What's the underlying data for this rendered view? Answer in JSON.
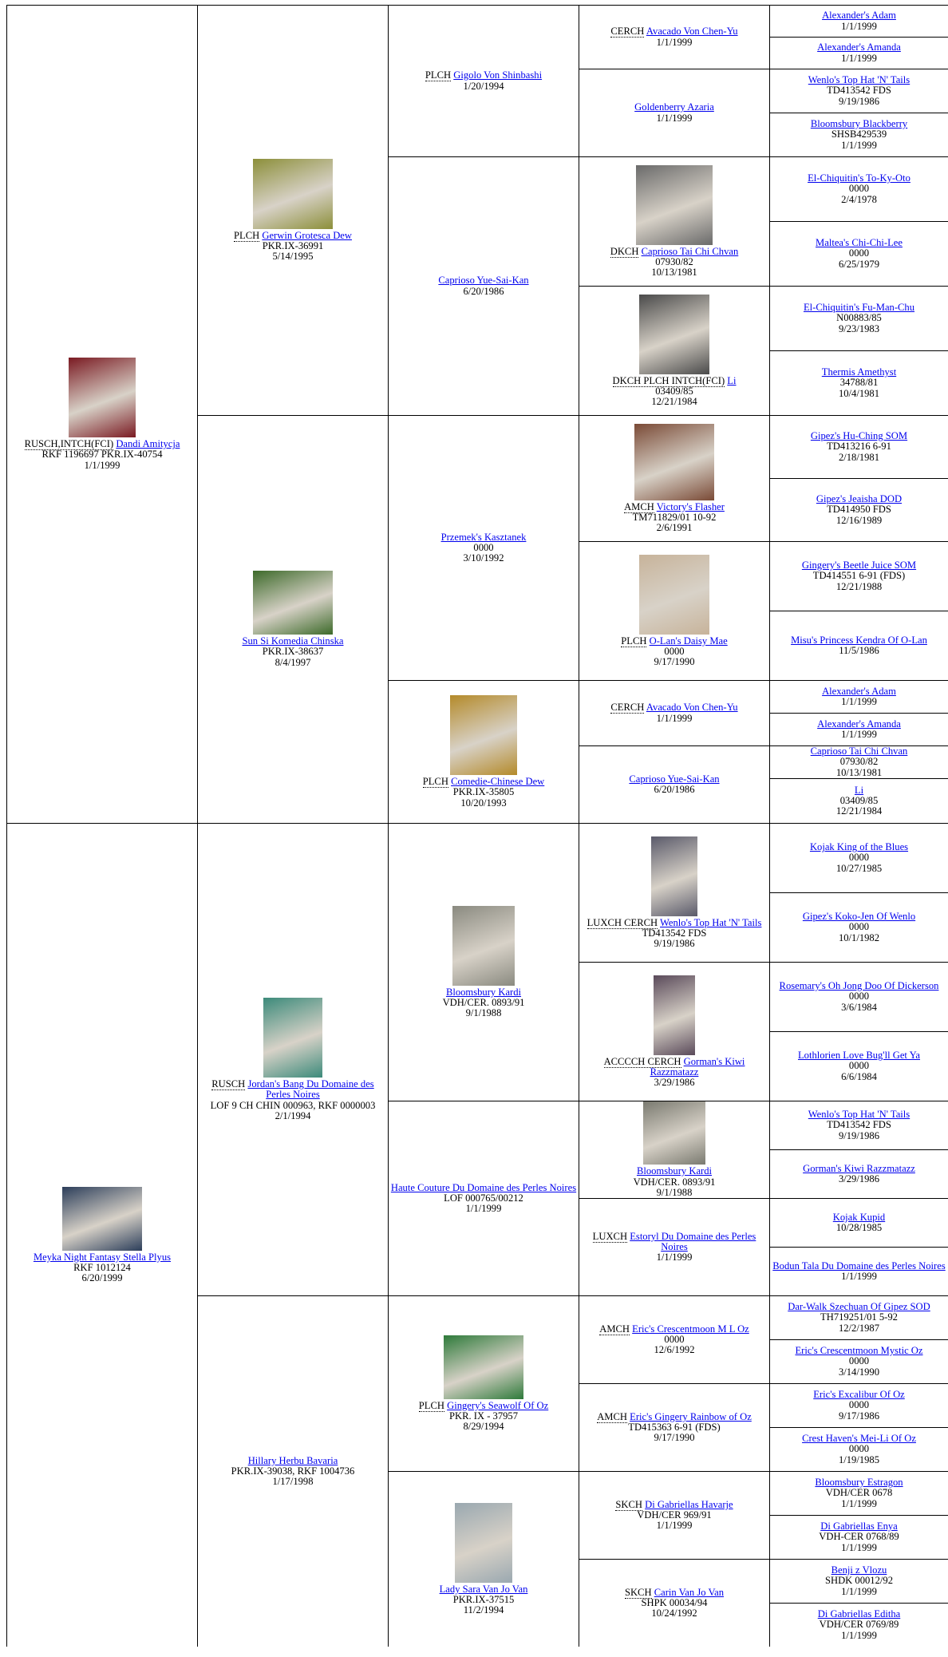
{
  "pedigree": {
    "dam": {
      "photo": "",
      "name": "Meyka Night Fantasy Stella Plyus",
      "reg": "RKF 1012124",
      "dob": "6/20/1999"
    },
    "dam_dam": {
      "photo": "",
      "name": "Hillary Herbu Bavaria",
      "reg": "PKR.IX-39038, RKF 1004736",
      "dob": "1/17/1998"
    },
    "dam_dam_dam": {
      "photo": "",
      "name": "Lady Sara Van Jo Van",
      "reg": "PKR.IX-37515",
      "dob": "11/2/1994"
    },
    "dam_dam_dam_dam": {
      "photo": "",
      "title": "SKCH",
      "name": "Carin Van Jo Van",
      "reg": "SHPK 00034/94",
      "dob": "10/24/1992"
    },
    "dam_dam_dam_dam_dam": {
      "photo": "",
      "name": "Di Gabriellas Editha",
      "reg": "VDH/CER 0769/89",
      "dob": "1/1/1999"
    },
    "dam_dam_dam_dam_sire": {
      "photo": "",
      "name": "Benji z Vlozu",
      "reg": "SHDK 00012/92",
      "dob": "1/1/1999"
    },
    "dam_dam_dam_sire": {
      "photo": "",
      "title": "SKCH",
      "name": "Di Gabriellas Havarje",
      "reg": "VDH/CER 969/91",
      "dob": "1/1/1999"
    },
    "dam_dam_dam_sire_dam": {
      "photo": "",
      "name": "Di Gabriellas Enya",
      "reg": "VDH-CER 0768/89",
      "dob": "1/1/1999"
    },
    "dam_dam_dam_sire_sire": {
      "photo": "",
      "name": "Bloomsbury Estragon",
      "reg": "VDH/CER 0678",
      "dob": "1/1/1999"
    },
    "dam_dam_sire": {
      "photo": "",
      "title": "PLCH",
      "name": "Gingery's Seawolf Of Oz",
      "reg": "PKR. IX - 37957",
      "dob": "8/29/1994"
    },
    "dam_dam_sire_dam": {
      "photo": "",
      "title": "AMCH",
      "name": "Eric's Gingery Rainbow of Oz",
      "reg": "TD415363 6-91 (FDS)",
      "dob": "9/17/1990"
    },
    "dam_dam_sire_dam_dam": {
      "photo": "",
      "name": "Crest Haven's Mei-Li Of Oz",
      "reg": "0000",
      "dob": "1/19/1985"
    },
    "dam_dam_sire_dam_sire": {
      "photo": "",
      "name": "Eric's Excalibur Of Oz",
      "reg": "0000",
      "dob": "9/17/1986"
    },
    "dam_dam_sire_sire": {
      "photo": "",
      "title": "AMCH",
      "name": "Eric's Crescentmoon M L Oz",
      "reg": "0000",
      "dob": "12/6/1992"
    },
    "dam_dam_sire_sire_dam": {
      "photo": "",
      "name": "Eric's Crescentmoon Mystic Oz",
      "reg": "0000",
      "dob": "3/14/1990"
    },
    "dam_dam_sire_sire_sire": {
      "photo": "",
      "name": "Dar-Walk Szechuan Of Gipez SOD",
      "reg": "TH719251/01 5-92",
      "dob": "12/2/1987"
    },
    "dam_sire": {
      "photo": "",
      "title": "RUSCH",
      "name": "Jordan's Bang Du Domaine des Perles Noires",
      "reg": "LOF 9 CH CHIN 000963, RKF 0000003",
      "dob": "2/1/1994"
    },
    "dam_sire_dam": {
      "photo": "",
      "name": "Haute Couture Du Domaine des Perles Noires",
      "reg": "LOF 000765/00212",
      "dob": "1/1/1999"
    },
    "dam_sire_dam_dam": {
      "photo": "",
      "title": "LUXCH",
      "name": "Estoryl Du Domaine des Perles Noires",
      "reg": "",
      "dob": "1/1/1999"
    },
    "dam_sire_dam_dam_dam": {
      "photo": "",
      "name": "Bodun Tala Du Domaine des Perles Noires",
      "reg": "",
      "dob": "1/1/1999"
    },
    "dam_sire_dam_dam_sire": {
      "photo": "",
      "name": "Kojak Kupid",
      "reg": "",
      "dob": "10/28/1985"
    },
    "dam_sire_dam_sire": {
      "photo": "",
      "name": "Bloomsbury Kardi",
      "reg": "VDH/CER. 0893/91",
      "dob": "9/1/1988"
    },
    "dam_sire_dam_sire_dam": {
      "photo": "",
      "name": "Gorman's Kiwi Razzmatazz",
      "reg": "",
      "dob": "3/29/1986"
    },
    "dam_sire_dam_sire_sire": {
      "photo": "",
      "name": "Wenlo's Top Hat 'N' Tails",
      "reg": "TD413542 FDS",
      "dob": "9/19/1986"
    },
    "dam_sire_sire": {
      "photo": "",
      "name": "Bloomsbury Kardi",
      "reg": "VDH/CER. 0893/91",
      "dob": "9/1/1988"
    },
    "dam_sire_sire_dam": {
      "photo": "",
      "title": "ACCCCH CERCH",
      "name": "Gorman's Kiwi Razzmatazz",
      "reg": "",
      "dob": "3/29/1986"
    },
    "dam_sire_sire_dam_dam": {
      "photo": "",
      "name": "Lothlorien Love Bug'll Get Ya",
      "reg": "0000",
      "dob": "6/6/1984"
    },
    "dam_sire_sire_dam_sire": {
      "photo": "",
      "name": "Rosemary's Oh Jong Doo Of Dickerson",
      "reg": "0000",
      "dob": "3/6/1984"
    },
    "dam_sire_sire_sire": {
      "photo": "",
      "title": "LUXCH CERCH",
      "name": "Wenlo's Top Hat 'N' Tails",
      "reg": "TD413542 FDS",
      "dob": "9/19/1986"
    },
    "dam_sire_sire_sire_dam": {
      "photo": "",
      "name": "Gipez's Koko-Jen Of Wenlo",
      "reg": "0000",
      "dob": "10/1/1982"
    },
    "dam_sire_sire_sire_sire": {
      "photo": "",
      "name": "Kojak King of the Blues",
      "reg": "0000",
      "dob": "10/27/1985"
    },
    "sire": {
      "photo": "",
      "title": "RUSCH,INTCH(FCI)",
      "name": "Dandi Amitycja",
      "reg": "RKF 1196697 PKR.IX-40754",
      "dob": "1/1/1999"
    },
    "sire_dam": {
      "photo": "",
      "name": "Sun Si Komedia Chinska",
      "reg": "PKR.IX-38637",
      "dob": "8/4/1997"
    },
    "sire_dam_dam": {
      "photo": "",
      "title": "PLCH",
      "name": "Comedie-Chinese Dew",
      "reg": "PKR.IX-35805",
      "dob": "10/20/1993"
    },
    "sire_dam_dam_dam": {
      "photo": "",
      "name": "Caprioso Yue-Sai-Kan",
      "reg": "",
      "dob": "6/20/1986"
    },
    "sire_dam_dam_dam_dam": {
      "photo": "",
      "name": "Li",
      "reg": "03409/85",
      "dob": "12/21/1984"
    },
    "sire_dam_dam_dam_sire": {
      "photo": "",
      "name": "Caprioso Tai Chi Chvan",
      "reg": "07930/82",
      "dob": "10/13/1981"
    },
    "sire_dam_dam_sire": {
      "photo": "",
      "title": "CERCH",
      "name": "Avacado Von Chen-Yu",
      "reg": "",
      "dob": "1/1/1999"
    },
    "sire_dam_dam_sire_dam": {
      "photo": "",
      "name": "Alexander's Amanda",
      "reg": "",
      "dob": "1/1/1999"
    },
    "sire_dam_dam_sire_sire": {
      "photo": "",
      "name": "Alexander's Adam",
      "reg": "",
      "dob": "1/1/1999"
    },
    "sire_dam_sire": {
      "photo": "",
      "name": "Przemek's Kasztanek",
      "reg": "0000",
      "dob": "3/10/1992"
    },
    "sire_dam_sire_dam": {
      "photo": "",
      "title": "PLCH",
      "name": "O-Lan's Daisy Mae",
      "reg": "0000",
      "dob": "9/17/1990"
    },
    "sire_dam_sire_dam_dam": {
      "photo": "",
      "name": "Misu's Princess Kendra Of O-Lan",
      "reg": "",
      "dob": "11/5/1986"
    },
    "sire_dam_sire_dam_sire": {
      "photo": "",
      "name": "Gingery's Beetle Juice SOM",
      "reg": "TD414551 6-91 (FDS)",
      "dob": "12/21/1988"
    },
    "sire_dam_sire_sire": {
      "photo": "",
      "title": "AMCH",
      "name": "Victory's Flasher",
      "reg": "TM711829/01 10-92",
      "dob": "2/6/1991"
    },
    "sire_dam_sire_sire_dam": {
      "photo": "",
      "name": "Gipez's Jeaisha DOD",
      "reg": "TD414950 FDS",
      "dob": "12/16/1989"
    },
    "sire_dam_sire_sire_sire": {
      "photo": "",
      "name": "Gipez's Hu-Ching SOM",
      "reg": "TD413216 6-91",
      "dob": "2/18/1981"
    },
    "sire_sire": {
      "photo": "",
      "title": "PLCH",
      "name": "Gerwin Grotesca Dew",
      "reg": "PKR.IX-36991",
      "dob": "5/14/1995"
    },
    "sire_sire_dam": {
      "photo": "",
      "name": "Caprioso Yue-Sai-Kan",
      "reg": "",
      "dob": "6/20/1986"
    },
    "sire_sire_dam_dam": {
      "photo": "",
      "title": "DKCH PLCH INTCH(FCI)",
      "name": "Li",
      "reg": "03409/85",
      "dob": "12/21/1984"
    },
    "sire_sire_dam_dam_dam": {
      "photo": "",
      "name": "Thermis Amethyst",
      "reg": "34788/81",
      "dob": "10/4/1981"
    },
    "sire_sire_dam_dam_sire": {
      "photo": "",
      "name": "El-Chiquitin's Fu-Man-Chu",
      "reg": "N00883/85",
      "dob": "9/23/1983"
    },
    "sire_sire_dam_sire": {
      "photo": "",
      "title": "DKCH",
      "name": "Caprioso Tai Chi Chvan",
      "reg": "07930/82",
      "dob": "10/13/1981"
    },
    "sire_sire_dam_sire_dam": {
      "photo": "",
      "name": "Maltea's Chi-Chi-Lee",
      "reg": "0000",
      "dob": "6/25/1979"
    },
    "sire_sire_dam_sire_sire": {
      "photo": "",
      "name": "El-Chiquitin's To-Ky-Oto",
      "reg": "0000",
      "dob": "2/4/1978"
    },
    "sire_sire_sire": {
      "photo": "",
      "title": "PLCH",
      "name": "Gigolo Von Shinbashi",
      "reg": "",
      "dob": "1/20/1994"
    },
    "sire_sire_sire_dam": {
      "photo": "",
      "name": "Goldenberry Azaria",
      "reg": "",
      "dob": "1/1/1999"
    },
    "sire_sire_sire_dam_dam": {
      "photo": "",
      "name": "Bloomsbury Blackberry",
      "reg": "SHSB429539",
      "dob": "1/1/1999"
    },
    "sire_sire_sire_dam_sire": {
      "photo": "",
      "name": "Wenlo's Top Hat 'N' Tails",
      "reg": "TD413542 FDS",
      "dob": "9/19/1986"
    },
    "sire_sire_sire_sire": {
      "photo": "",
      "title": "CERCH",
      "name": "Avacado Von Chen-Yu",
      "reg": "",
      "dob": "1/1/1999"
    },
    "sire_sire_sire_sire_dam": {
      "photo": "",
      "name": "Alexander's Amanda",
      "reg": "",
      "dob": "1/1/1999"
    },
    "sire_sire_sire_sire_sire": {
      "photo": "",
      "name": "Alexander's Adam",
      "reg": "",
      "dob": "1/1/1999"
    }
  }
}
